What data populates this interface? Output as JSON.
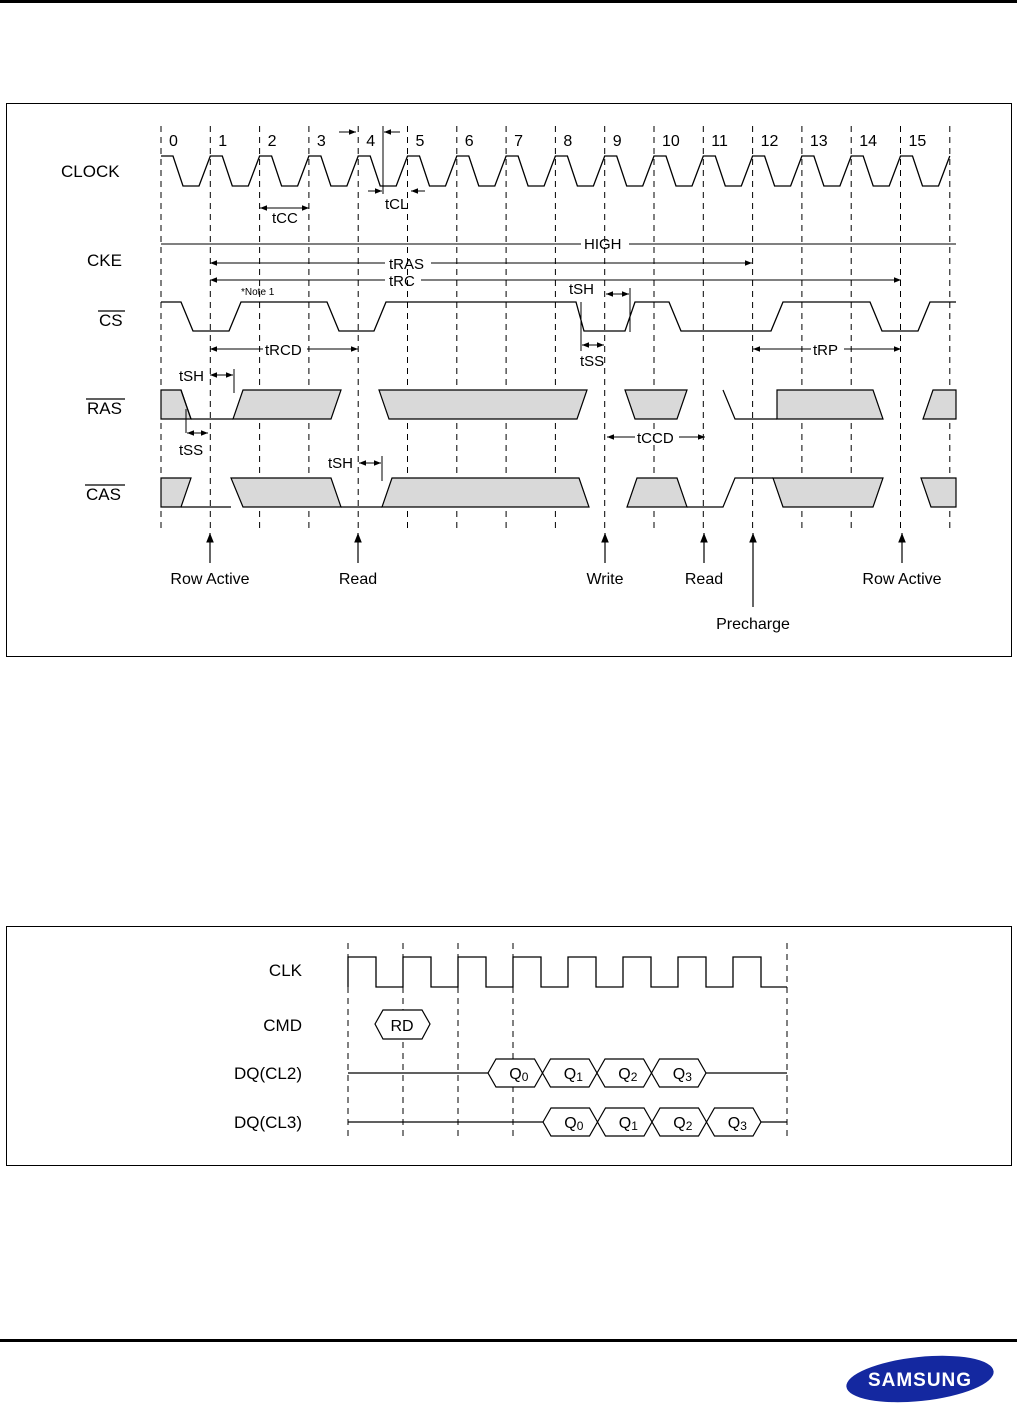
{
  "diagram1": {
    "clock_numbers": [
      "0",
      "1",
      "2",
      "3",
      "4",
      "5",
      "6",
      "7",
      "8",
      "9",
      "10",
      "11",
      "12",
      "13",
      "14",
      "15"
    ],
    "signals": {
      "clock": "CLOCK",
      "cke": "CKE",
      "cs": "CS",
      "ras": "RAS",
      "cas": "CAS"
    },
    "timing": {
      "tcc": "tCC",
      "tcl": "tCL",
      "high": "HIGH",
      "tras": "tRAS",
      "trc": "tRC",
      "note": "*Note 1",
      "tsh": "tSH",
      "tss": "tSS",
      "trcd": "tRCD",
      "trp": "tRP",
      "tccd": "tCCD"
    },
    "commands": {
      "row_active_1": "Row Active",
      "read_1": "Read",
      "write": "Write",
      "read_2": "Read",
      "precharge": "Precharge",
      "row_active_2": "Row Active"
    }
  },
  "diagram2": {
    "signals": {
      "clk": "CLK",
      "cmd": "CMD",
      "dq_cl2": "DQ(CL2)",
      "dq_cl3": "DQ(CL3)"
    },
    "rd": "RD",
    "data_prefix": "Q",
    "data_subs": [
      "0",
      "1",
      "2",
      "3"
    ]
  },
  "logo": {
    "text": "SAMSUNG",
    "color": "#1428A0"
  }
}
